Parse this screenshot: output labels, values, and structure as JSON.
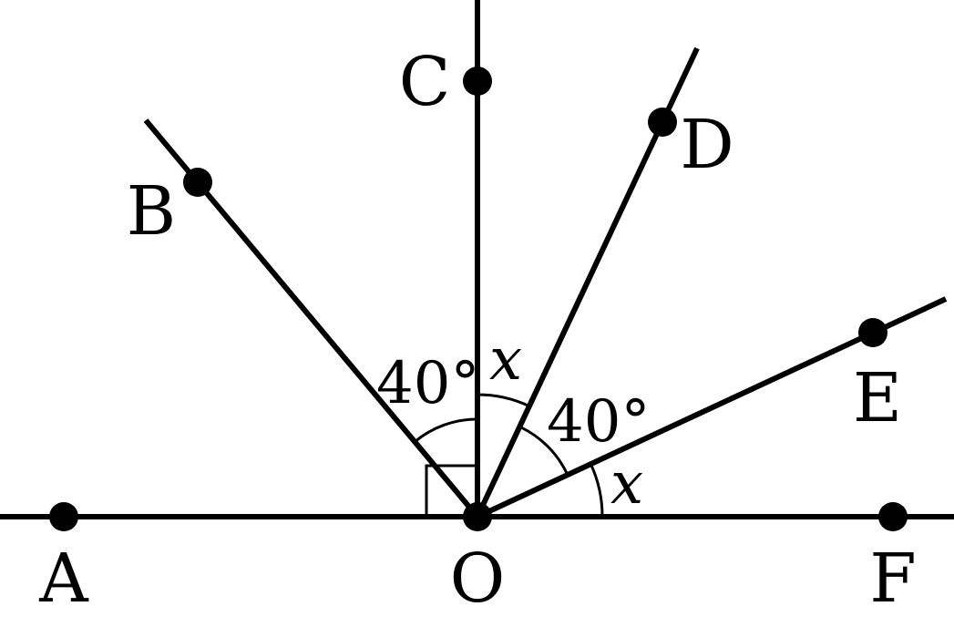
{
  "points": {
    "A": "A",
    "B": "B",
    "C": "C",
    "D": "D",
    "E": "E",
    "F": "F",
    "O": "O"
  },
  "angles": {
    "boc": "40°",
    "cod": "x",
    "doe": "40°",
    "eof": "x"
  },
  "colors": {
    "ink": "#000000",
    "background": "#ffffff"
  }
}
